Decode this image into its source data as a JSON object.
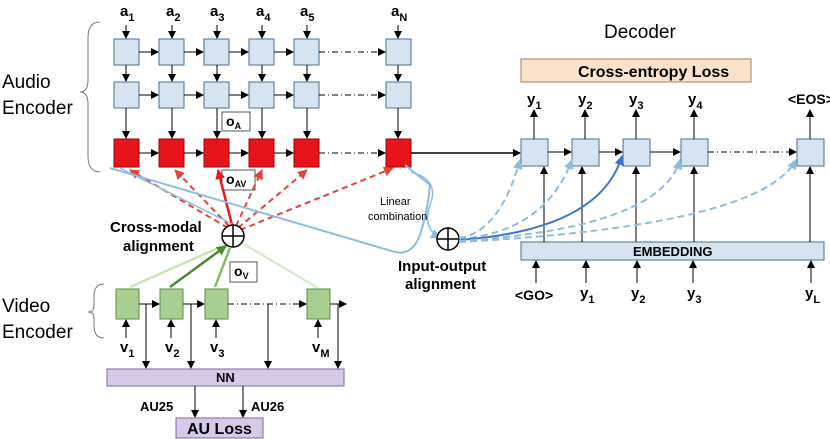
{
  "labels": {
    "audio_encoder_1": "Audio",
    "audio_encoder_2": "Encoder",
    "video_encoder_1": "Video",
    "video_encoder_2": "Encoder",
    "decoder": "Decoder",
    "cross_entropy_loss": "Cross-entropy Loss",
    "cross_modal_1": "Cross-modal",
    "cross_modal_2": "alignment",
    "input_output_1": "Input-output",
    "input_output_2": "alignment",
    "linear_combination_1": "Linear",
    "linear_combination_2": "combination",
    "embedding": "EMBEDDING",
    "nn": "NN",
    "au_loss": "AU Loss",
    "au25": "AU25",
    "au26": "AU26",
    "o_a": "o",
    "o_a_sub": "A",
    "o_av": "o",
    "o_av_sub": "AV",
    "o_v": "o",
    "o_v_sub": "V"
  },
  "audio_inputs": [
    {
      "base": "a",
      "sub": "1"
    },
    {
      "base": "a",
      "sub": "2"
    },
    {
      "base": "a",
      "sub": "3"
    },
    {
      "base": "a",
      "sub": "4"
    },
    {
      "base": "a",
      "sub": "5"
    },
    {
      "base": "a",
      "sub": "N"
    }
  ],
  "video_inputs": [
    {
      "base": "v",
      "sub": "1"
    },
    {
      "base": "v",
      "sub": "2"
    },
    {
      "base": "v",
      "sub": "3"
    },
    {
      "base": "v",
      "sub": "M"
    }
  ],
  "decoder_outputs": [
    {
      "base": "y",
      "sub": "1"
    },
    {
      "base": "y",
      "sub": "2"
    },
    {
      "base": "y",
      "sub": "3"
    },
    {
      "base": "y",
      "sub": "4"
    },
    {
      "base": "<EOS>",
      "sub": ""
    }
  ],
  "decoder_inputs": [
    {
      "base": "<GO>",
      "sub": ""
    },
    {
      "base": "y",
      "sub": "1"
    },
    {
      "base": "y",
      "sub": "2"
    },
    {
      "base": "y",
      "sub": "3"
    },
    {
      "base": "y",
      "sub": "L"
    }
  ],
  "colors": {
    "audio_cell": "#d6e4f2",
    "cell_border": "#4a6e8f",
    "audio_out": "#e8141c",
    "video_cell": "#a9cf90",
    "video_border": "#5e8a48",
    "loss_box": "#fbe2c8",
    "nn_box": "#d7cae8",
    "embedding_box": "#d6e4f2",
    "red_arrow": "#e0453c",
    "light_blue": "#8fbbe0",
    "dark_blue": "#3a74d0",
    "green_dark": "#4a8a2e",
    "green_light": "#b7dca3"
  }
}
